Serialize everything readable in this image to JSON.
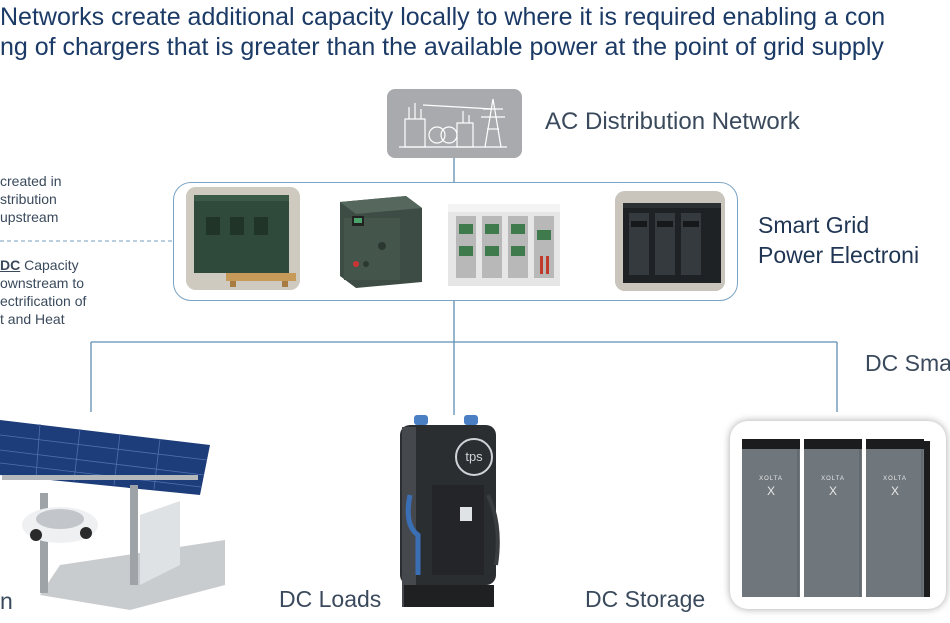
{
  "headline": {
    "line1": "Networks create additional capacity locally to where it is required enabling a con",
    "line2": "ng of chargers that is greater than the available power at the point of grid supply"
  },
  "left_notes": {
    "upper": [
      "created in",
      "stribution",
      "upstream"
    ],
    "lower_prefix": "DC",
    "lower": [
      " Capacity",
      "ownstream to",
      "ectrification of",
      "t and Heat"
    ]
  },
  "nodes": {
    "ac_network": "AC Distribution Network",
    "power_electronics_line1": "Smart Grid",
    "power_electronics_line2": "Power Electroni",
    "dc_smart": "DC Sma",
    "solar_label": "n",
    "dc_loads": "DC Loads",
    "dc_storage": "DC Storage"
  },
  "charger": {
    "brand": "tps"
  },
  "battery": {
    "brand": "XOLTA",
    "mark": "X"
  },
  "colors": {
    "headline": "#1b3a66",
    "line": "#5f8fb3",
    "box_border": "#7aa3c4",
    "grid_tile": "#a9aaad"
  }
}
